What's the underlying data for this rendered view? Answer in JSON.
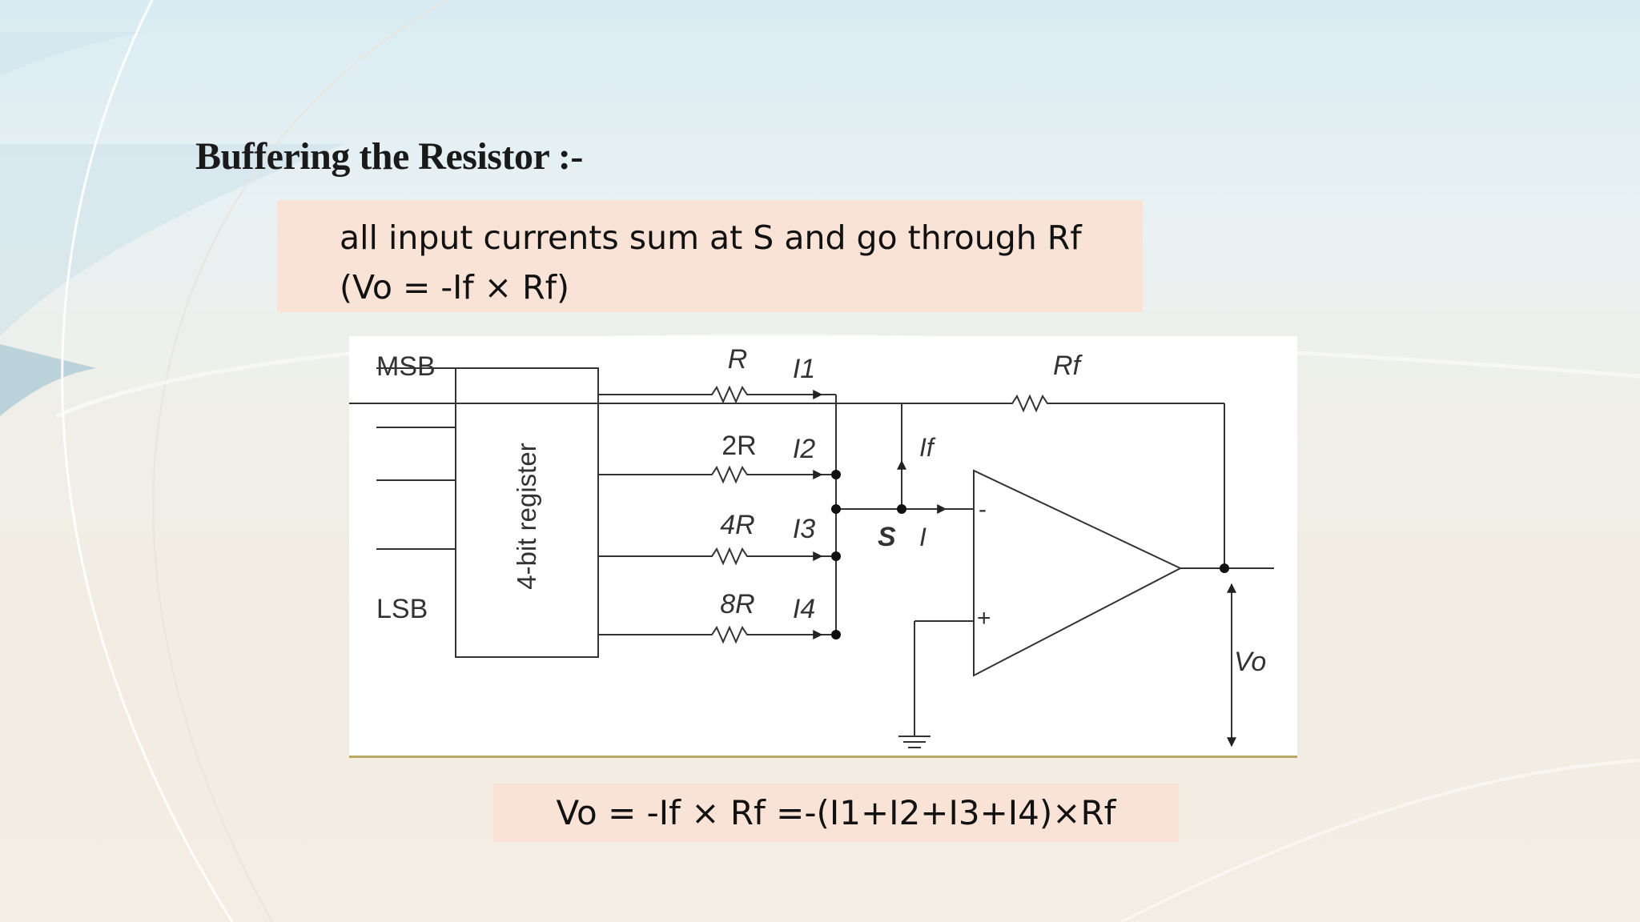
{
  "slide": {
    "title": "Buffering the Resistor :-",
    "intro_line1": "all input currents sum at S and go through Rf",
    "intro_line2": "(Vo = -If × Rf)",
    "equation": "Vo = -If × Rf =-(I1+I2+I3+I4)×Rf"
  },
  "circuit": {
    "msb": "MSB",
    "lsb": "LSB",
    "register": "4-bit register",
    "resistors": [
      "R",
      "2R",
      "4R",
      "8R"
    ],
    "currents": [
      "I1",
      "I2",
      "I3",
      "I4"
    ],
    "feedback_resistor": "Rf",
    "feedback_current": "If",
    "node": "S",
    "node_current": "I",
    "inverting": "-",
    "noninverting": "+",
    "output": "Vo"
  }
}
